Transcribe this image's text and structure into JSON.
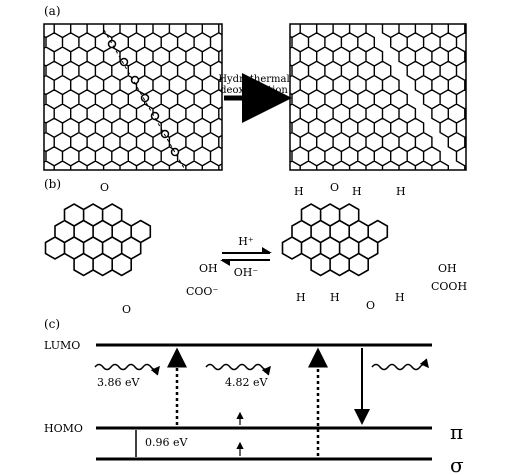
{
  "panel_a": {
    "label": "(a)",
    "arrow_text_line1": "Hydrothermal",
    "arrow_text_line2": "deoxidization"
  },
  "panel_b": {
    "label": "(b)",
    "forward_condition": "H⁺",
    "reverse_condition": "OH⁻",
    "left_groups": [
      "OH",
      "COO⁻"
    ],
    "right_groups": [
      "OH",
      "COOH"
    ],
    "right_h_labels": [
      "H",
      "H",
      "H",
      "H",
      "H",
      "H"
    ],
    "right_o_labels": [
      "O",
      "O"
    ],
    "left_o_labels": [
      "O",
      "O"
    ]
  },
  "panel_c": {
    "label": "(c)",
    "lumo": "LUMO",
    "homo": "HOMO",
    "energy_1": "3.86 eV",
    "energy_2": "4.82 eV",
    "energy_3": "0.96 eV",
    "pi": "π",
    "sigma": "σ"
  }
}
